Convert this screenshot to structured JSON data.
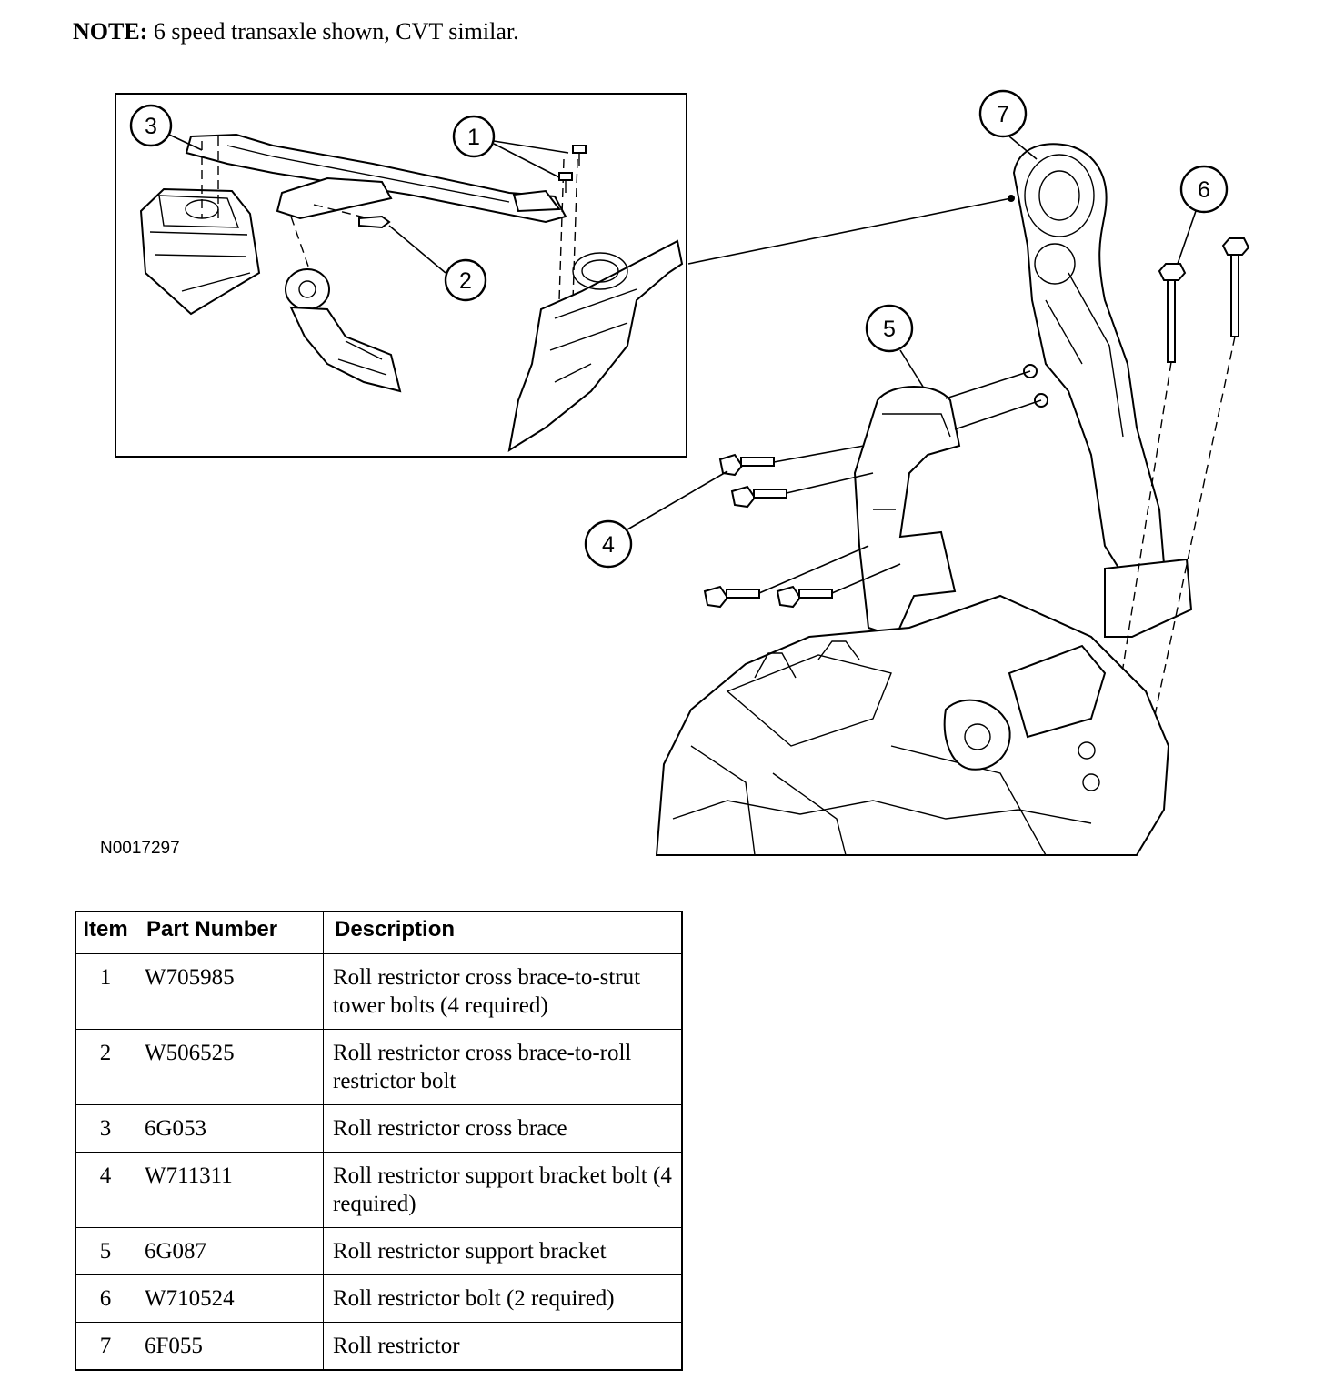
{
  "note": {
    "label": "NOTE:",
    "text": "6 speed transaxle shown, CVT similar."
  },
  "figure_ref": "N0017297",
  "callouts": [
    "1",
    "2",
    "3",
    "4",
    "5",
    "6",
    "7"
  ],
  "table": {
    "headers": [
      "Item",
      "Part Number",
      "Description"
    ],
    "rows": [
      {
        "item": "1",
        "part": "W705985",
        "desc": "Roll restrictor cross brace-to-strut tower bolts (4 required)"
      },
      {
        "item": "2",
        "part": "W506525",
        "desc": "Roll restrictor cross brace-to-roll restrictor bolt"
      },
      {
        "item": "3",
        "part": "6G053",
        "desc": "Roll restrictor cross brace"
      },
      {
        "item": "4",
        "part": "W711311",
        "desc": "Roll restrictor support bracket bolt (4 required)"
      },
      {
        "item": "5",
        "part": "6G087",
        "desc": "Roll restrictor support bracket"
      },
      {
        "item": "6",
        "part": "W710524",
        "desc": "Roll restrictor bolt (2 required)"
      },
      {
        "item": "7",
        "part": "6F055",
        "desc": "Roll restrictor"
      }
    ]
  }
}
